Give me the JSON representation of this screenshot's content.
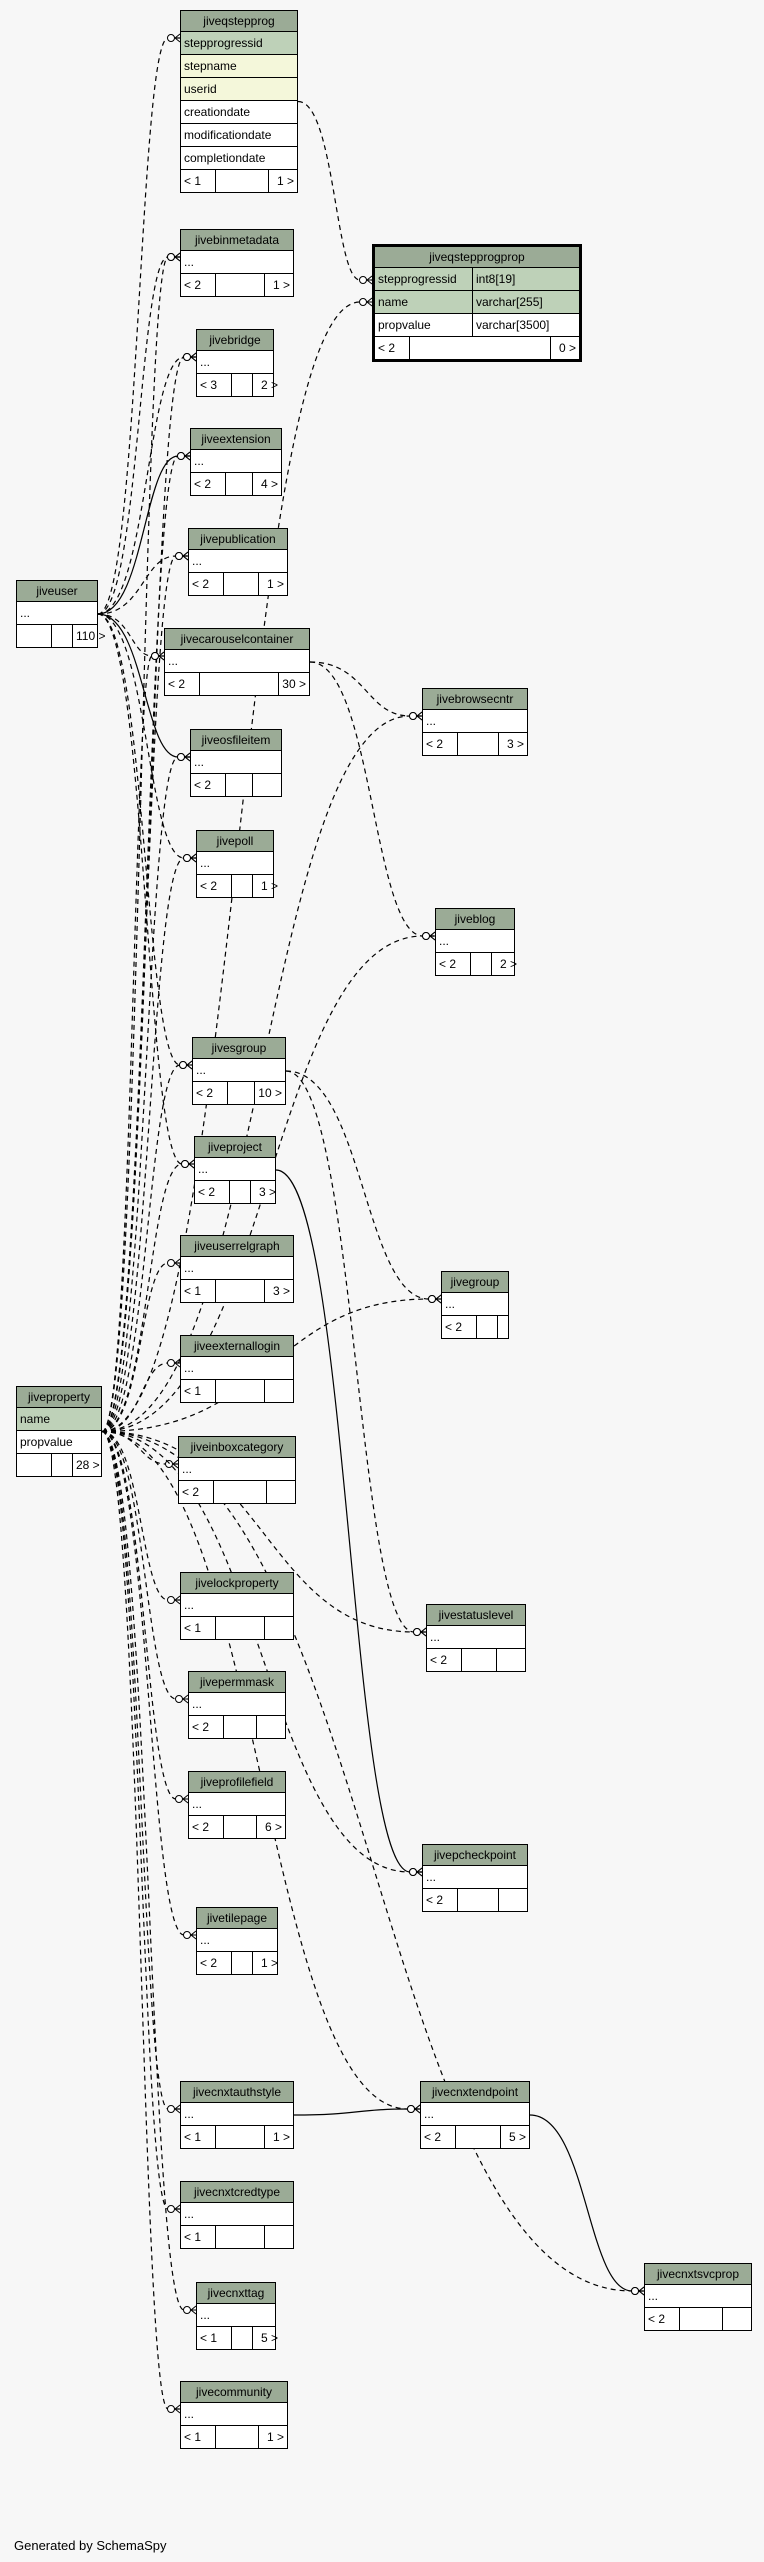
{
  "footer": "Generated by SchemaSpy",
  "focus_table": {
    "name": "jiveqstepprogprop",
    "columns": [
      {
        "name": "stepprogressid",
        "type": "int8[19]",
        "kind": "pk"
      },
      {
        "name": "name",
        "type": "varchar[255]",
        "kind": "pk"
      },
      {
        "name": "propvalue",
        "type": "varchar[3500]",
        "kind": "plain"
      }
    ],
    "counts": [
      "< 2",
      "",
      "0 >"
    ]
  },
  "tables": [
    {
      "id": "jiveqstepprog",
      "name": "jiveqstepprog",
      "columns": [
        {
          "name": "stepprogressid",
          "kind": "pk"
        },
        {
          "name": "stepname",
          "kind": "fk"
        },
        {
          "name": "userid",
          "kind": "fk"
        },
        {
          "name": "creationdate",
          "kind": "plain"
        },
        {
          "name": "modificationdate",
          "kind": "plain"
        },
        {
          "name": "completiondate",
          "kind": "plain"
        }
      ],
      "counts": [
        "< 1",
        "",
        "1 >"
      ]
    },
    {
      "id": "jivebinmetadata",
      "name": "jivebinmetadata",
      "columns": [
        {
          "name": "...",
          "kind": "plain"
        }
      ],
      "counts": [
        "< 2",
        "",
        "1 >"
      ]
    },
    {
      "id": "jivebridge",
      "name": "jivebridge",
      "columns": [
        {
          "name": "...",
          "kind": "plain"
        }
      ],
      "counts": [
        "< 3",
        "",
        "2 >"
      ]
    },
    {
      "id": "jiveextension",
      "name": "jiveextension",
      "columns": [
        {
          "name": "...",
          "kind": "plain"
        }
      ],
      "counts": [
        "< 2",
        "",
        "4 >"
      ]
    },
    {
      "id": "jivepublication",
      "name": "jivepublication",
      "columns": [
        {
          "name": "...",
          "kind": "plain"
        }
      ],
      "counts": [
        "< 2",
        "",
        "1 >"
      ]
    },
    {
      "id": "jiveuser",
      "name": "jiveuser",
      "columns": [
        {
          "name": "...",
          "kind": "plain"
        }
      ],
      "counts": [
        "",
        "",
        "110 >"
      ]
    },
    {
      "id": "jivecarouselcontainer",
      "name": "jivecarouselcontainer",
      "columns": [
        {
          "name": "...",
          "kind": "plain"
        }
      ],
      "counts": [
        "< 2",
        "",
        "30 >"
      ]
    },
    {
      "id": "jivebrowsecntr",
      "name": "jivebrowsecntr",
      "columns": [
        {
          "name": "...",
          "kind": "plain"
        }
      ],
      "counts": [
        "< 2",
        "",
        "3 >"
      ]
    },
    {
      "id": "jiveosfileitem",
      "name": "jiveosfileitem",
      "columns": [
        {
          "name": "...",
          "kind": "plain"
        }
      ],
      "counts": [
        "< 2",
        "",
        ""
      ]
    },
    {
      "id": "jivepoll",
      "name": "jivepoll",
      "columns": [
        {
          "name": "...",
          "kind": "plain"
        }
      ],
      "counts": [
        "< 2",
        "",
        "1 >"
      ]
    },
    {
      "id": "jiveblog",
      "name": "jiveblog",
      "columns": [
        {
          "name": "...",
          "kind": "plain"
        }
      ],
      "counts": [
        "< 2",
        "",
        "2 >"
      ]
    },
    {
      "id": "jivesgroup",
      "name": "jivesgroup",
      "columns": [
        {
          "name": "...",
          "kind": "plain"
        }
      ],
      "counts": [
        "< 2",
        "",
        "10 >"
      ]
    },
    {
      "id": "jiveproject",
      "name": "jiveproject",
      "columns": [
        {
          "name": "...",
          "kind": "plain"
        }
      ],
      "counts": [
        "< 2",
        "",
        "3 >"
      ]
    },
    {
      "id": "jiveuserrelgraph",
      "name": "jiveuserrelgraph",
      "columns": [
        {
          "name": "...",
          "kind": "plain"
        }
      ],
      "counts": [
        "< 1",
        "",
        "3 >"
      ]
    },
    {
      "id": "jivegroup",
      "name": "jivegroup",
      "columns": [
        {
          "name": "...",
          "kind": "plain"
        }
      ],
      "counts": [
        "< 2",
        "",
        ""
      ]
    },
    {
      "id": "jiveexternallogin",
      "name": "jiveexternallogin",
      "columns": [
        {
          "name": "...",
          "kind": "plain"
        }
      ],
      "counts": [
        "< 1",
        "",
        ""
      ]
    },
    {
      "id": "jiveproperty",
      "name": "jiveproperty",
      "columns": [
        {
          "name": "name",
          "kind": "pk"
        },
        {
          "name": "propvalue",
          "kind": "plain"
        }
      ],
      "counts": [
        "",
        "",
        "28 >"
      ]
    },
    {
      "id": "jiveinboxcategory",
      "name": "jiveinboxcategory",
      "columns": [
        {
          "name": "...",
          "kind": "plain"
        }
      ],
      "counts": [
        "< 2",
        "",
        ""
      ]
    },
    {
      "id": "jivelockproperty",
      "name": "jivelockproperty",
      "columns": [
        {
          "name": "...",
          "kind": "plain"
        }
      ],
      "counts": [
        "< 1",
        "",
        ""
      ]
    },
    {
      "id": "jivestatuslevel",
      "name": "jivestatuslevel",
      "columns": [
        {
          "name": "...",
          "kind": "plain"
        }
      ],
      "counts": [
        "< 2",
        "",
        ""
      ]
    },
    {
      "id": "jivepermmask",
      "name": "jivepermmask",
      "columns": [
        {
          "name": "...",
          "kind": "plain"
        }
      ],
      "counts": [
        "< 2",
        "",
        ""
      ]
    },
    {
      "id": "jiveprofilefield",
      "name": "jiveprofilefield",
      "columns": [
        {
          "name": "...",
          "kind": "plain"
        }
      ],
      "counts": [
        "< 2",
        "",
        "6 >"
      ]
    },
    {
      "id": "jivepcheckpoint",
      "name": "jivepcheckpoint",
      "columns": [
        {
          "name": "...",
          "kind": "plain"
        }
      ],
      "counts": [
        "< 2",
        "",
        ""
      ]
    },
    {
      "id": "jivetilepage",
      "name": "jivetilepage",
      "columns": [
        {
          "name": "...",
          "kind": "plain"
        }
      ],
      "counts": [
        "< 2",
        "",
        "1 >"
      ]
    },
    {
      "id": "jivecnxtauthstyle",
      "name": "jivecnxtauthstyle",
      "columns": [
        {
          "name": "...",
          "kind": "plain"
        }
      ],
      "counts": [
        "< 1",
        "",
        "1 >"
      ]
    },
    {
      "id": "jivecnxtendpoint",
      "name": "jivecnxtendpoint",
      "columns": [
        {
          "name": "...",
          "kind": "plain"
        }
      ],
      "counts": [
        "< 2",
        "",
        "5 >"
      ]
    },
    {
      "id": "jivecnxtcredtype",
      "name": "jivecnxtcredtype",
      "columns": [
        {
          "name": "...",
          "kind": "plain"
        }
      ],
      "counts": [
        "< 1",
        "",
        ""
      ]
    },
    {
      "id": "jivecnxtsvcprop",
      "name": "jivecnxtsvcprop",
      "columns": [
        {
          "name": "...",
          "kind": "plain"
        }
      ],
      "counts": [
        "< 2",
        "",
        ""
      ]
    },
    {
      "id": "jivecnxttag",
      "name": "jivecnxttag",
      "columns": [
        {
          "name": "...",
          "kind": "plain"
        }
      ],
      "counts": [
        "< 1",
        "",
        "5 >"
      ]
    },
    {
      "id": "jivecommunity",
      "name": "jivecommunity",
      "columns": [
        {
          "name": "...",
          "kind": "plain"
        }
      ],
      "counts": [
        "< 1",
        "",
        "1 >"
      ]
    }
  ],
  "colors": {
    "header": "#9bab96",
    "primary_key": "#bed1b8",
    "foreign_key": "#f4f7da",
    "background": "#f7f7f7"
  }
}
